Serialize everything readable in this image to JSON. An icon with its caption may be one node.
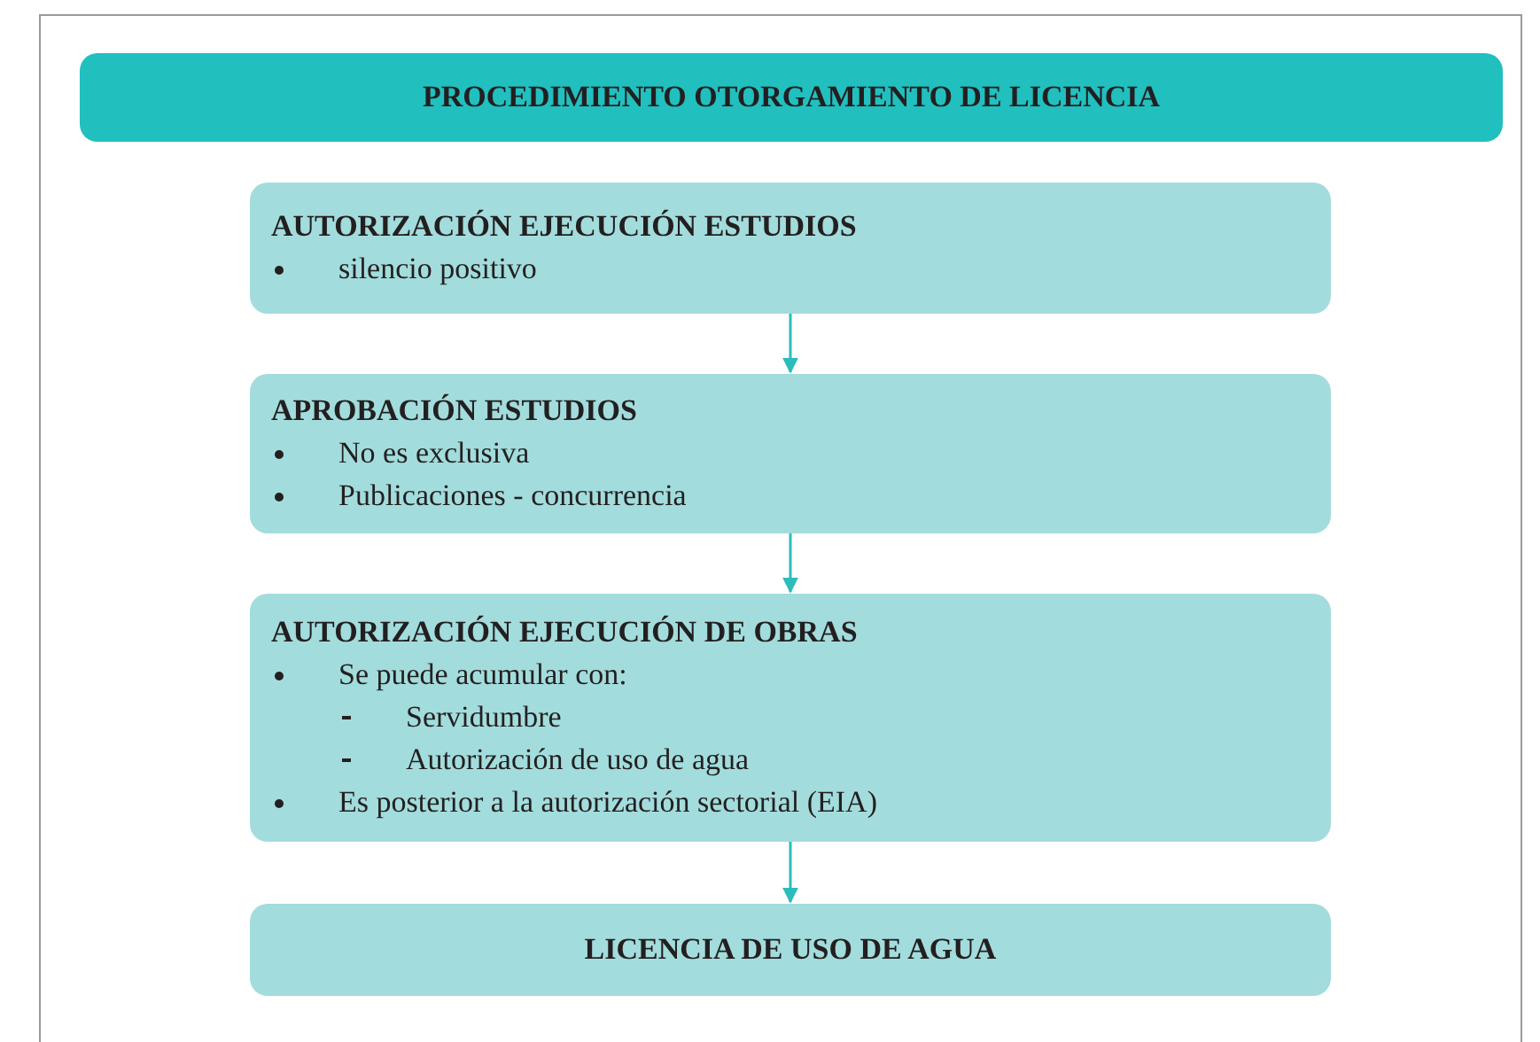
{
  "diagram": {
    "nodes": [
      {
        "text": [
          "PROCEDIMIENTO OTORGAMIENTO DE LICENCIA"
        ]
      },
      {
        "text": [
          "AUTORIZACIÓN EJECUCIÓN ESTUDIOS",
          "silencio positivo"
        ]
      },
      {
        "text": [
          "APROBACIÓN ESTUDIOS",
          "No es exclusiva",
          "Publicaciones - concurrencia"
        ]
      },
      {
        "text": [
          "AUTORIZACIÓN EJECUCIÓN DE OBRAS",
          "Se puede acumular con:",
          "Servidumbre",
          "Autorización de uso de agua",
          "Es posterior a la autorización sectorial (EIA)"
        ]
      },
      {
        "text": [
          "LICENCIA DE USO DE AGUA"
        ]
      }
    ],
    "edges": [
      {
        "from": 1,
        "to": 2,
        "arrow": "to"
      },
      {
        "from": 2,
        "to": 3,
        "arrow": "to"
      },
      {
        "from": 3,
        "to": 4,
        "arrow": "to"
      }
    ]
  }
}
